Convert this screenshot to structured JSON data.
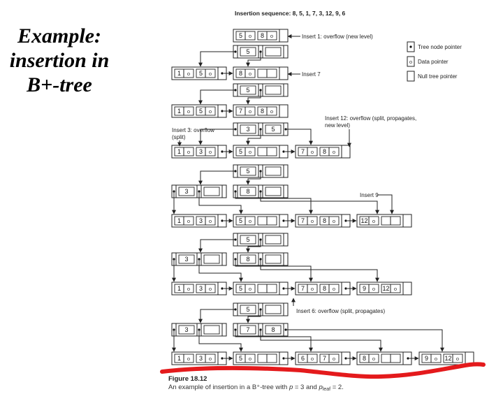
{
  "slide": {
    "title_lines": [
      "Example:",
      "insertion in",
      "B+-tree"
    ]
  },
  "figure": {
    "sequence_label": "Insertion sequence: 8, 5, 1, 7, 3, 12, 9, 6",
    "legend": [
      {
        "symbol": "dot",
        "text": "Tree node pointer"
      },
      {
        "symbol": "o",
        "text": "Data pointer"
      },
      {
        "symbol": "box",
        "text": "Null tree pointer"
      }
    ],
    "annotations": [
      {
        "id": "insert-1",
        "lines": [
          "Insert 1: overflow (new level)"
        ]
      },
      {
        "id": "insert-7",
        "lines": [
          "Insert 7"
        ]
      },
      {
        "id": "insert-3",
        "lines": [
          "Insert 3: overflow",
          "(split)"
        ]
      },
      {
        "id": "insert-12",
        "lines": [
          "Insert 12: overflow (split, propagates,",
          "new level)"
        ]
      },
      {
        "id": "insert-9",
        "lines": [
          "Insert 9"
        ]
      },
      {
        "id": "insert-6",
        "lines": [
          "Insert 6: overflow (split, propagates)"
        ]
      }
    ],
    "caption_number": "Figure 18.12",
    "caption_text": "An example of insertion in a B+-tree with p = 3 and p_leaf = 2.",
    "caption_p": "An example of insertion in a B⁺-tree with ",
    "caption_p_var": "p",
    "caption_eq1": " = 3 and ",
    "caption_pleaf": "p",
    "caption_pleaf_sub": "leaf",
    "caption_eq2": " = 2."
  }
}
